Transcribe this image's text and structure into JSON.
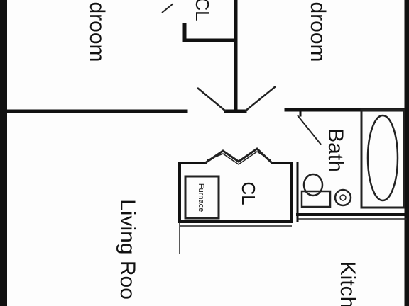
{
  "floor_plan": {
    "rooms": [
      {
        "id": "bedroom-left",
        "label": "droom"
      },
      {
        "id": "bedroom-right",
        "label": "droom"
      },
      {
        "id": "living-room",
        "label": "Living Roo"
      },
      {
        "id": "kitchen",
        "label": "Kitch"
      },
      {
        "id": "bath",
        "label": "Bath"
      }
    ],
    "closets": [
      {
        "id": "closet-top",
        "label": "CL"
      },
      {
        "id": "closet-hall",
        "label": "CL"
      }
    ],
    "fixtures": [
      {
        "id": "furnace",
        "label": "Furnace"
      },
      {
        "id": "bathtub"
      },
      {
        "id": "toilet"
      },
      {
        "id": "sink"
      }
    ]
  },
  "colors": {
    "ink": "#111111",
    "paper": "#fdfdfd"
  }
}
